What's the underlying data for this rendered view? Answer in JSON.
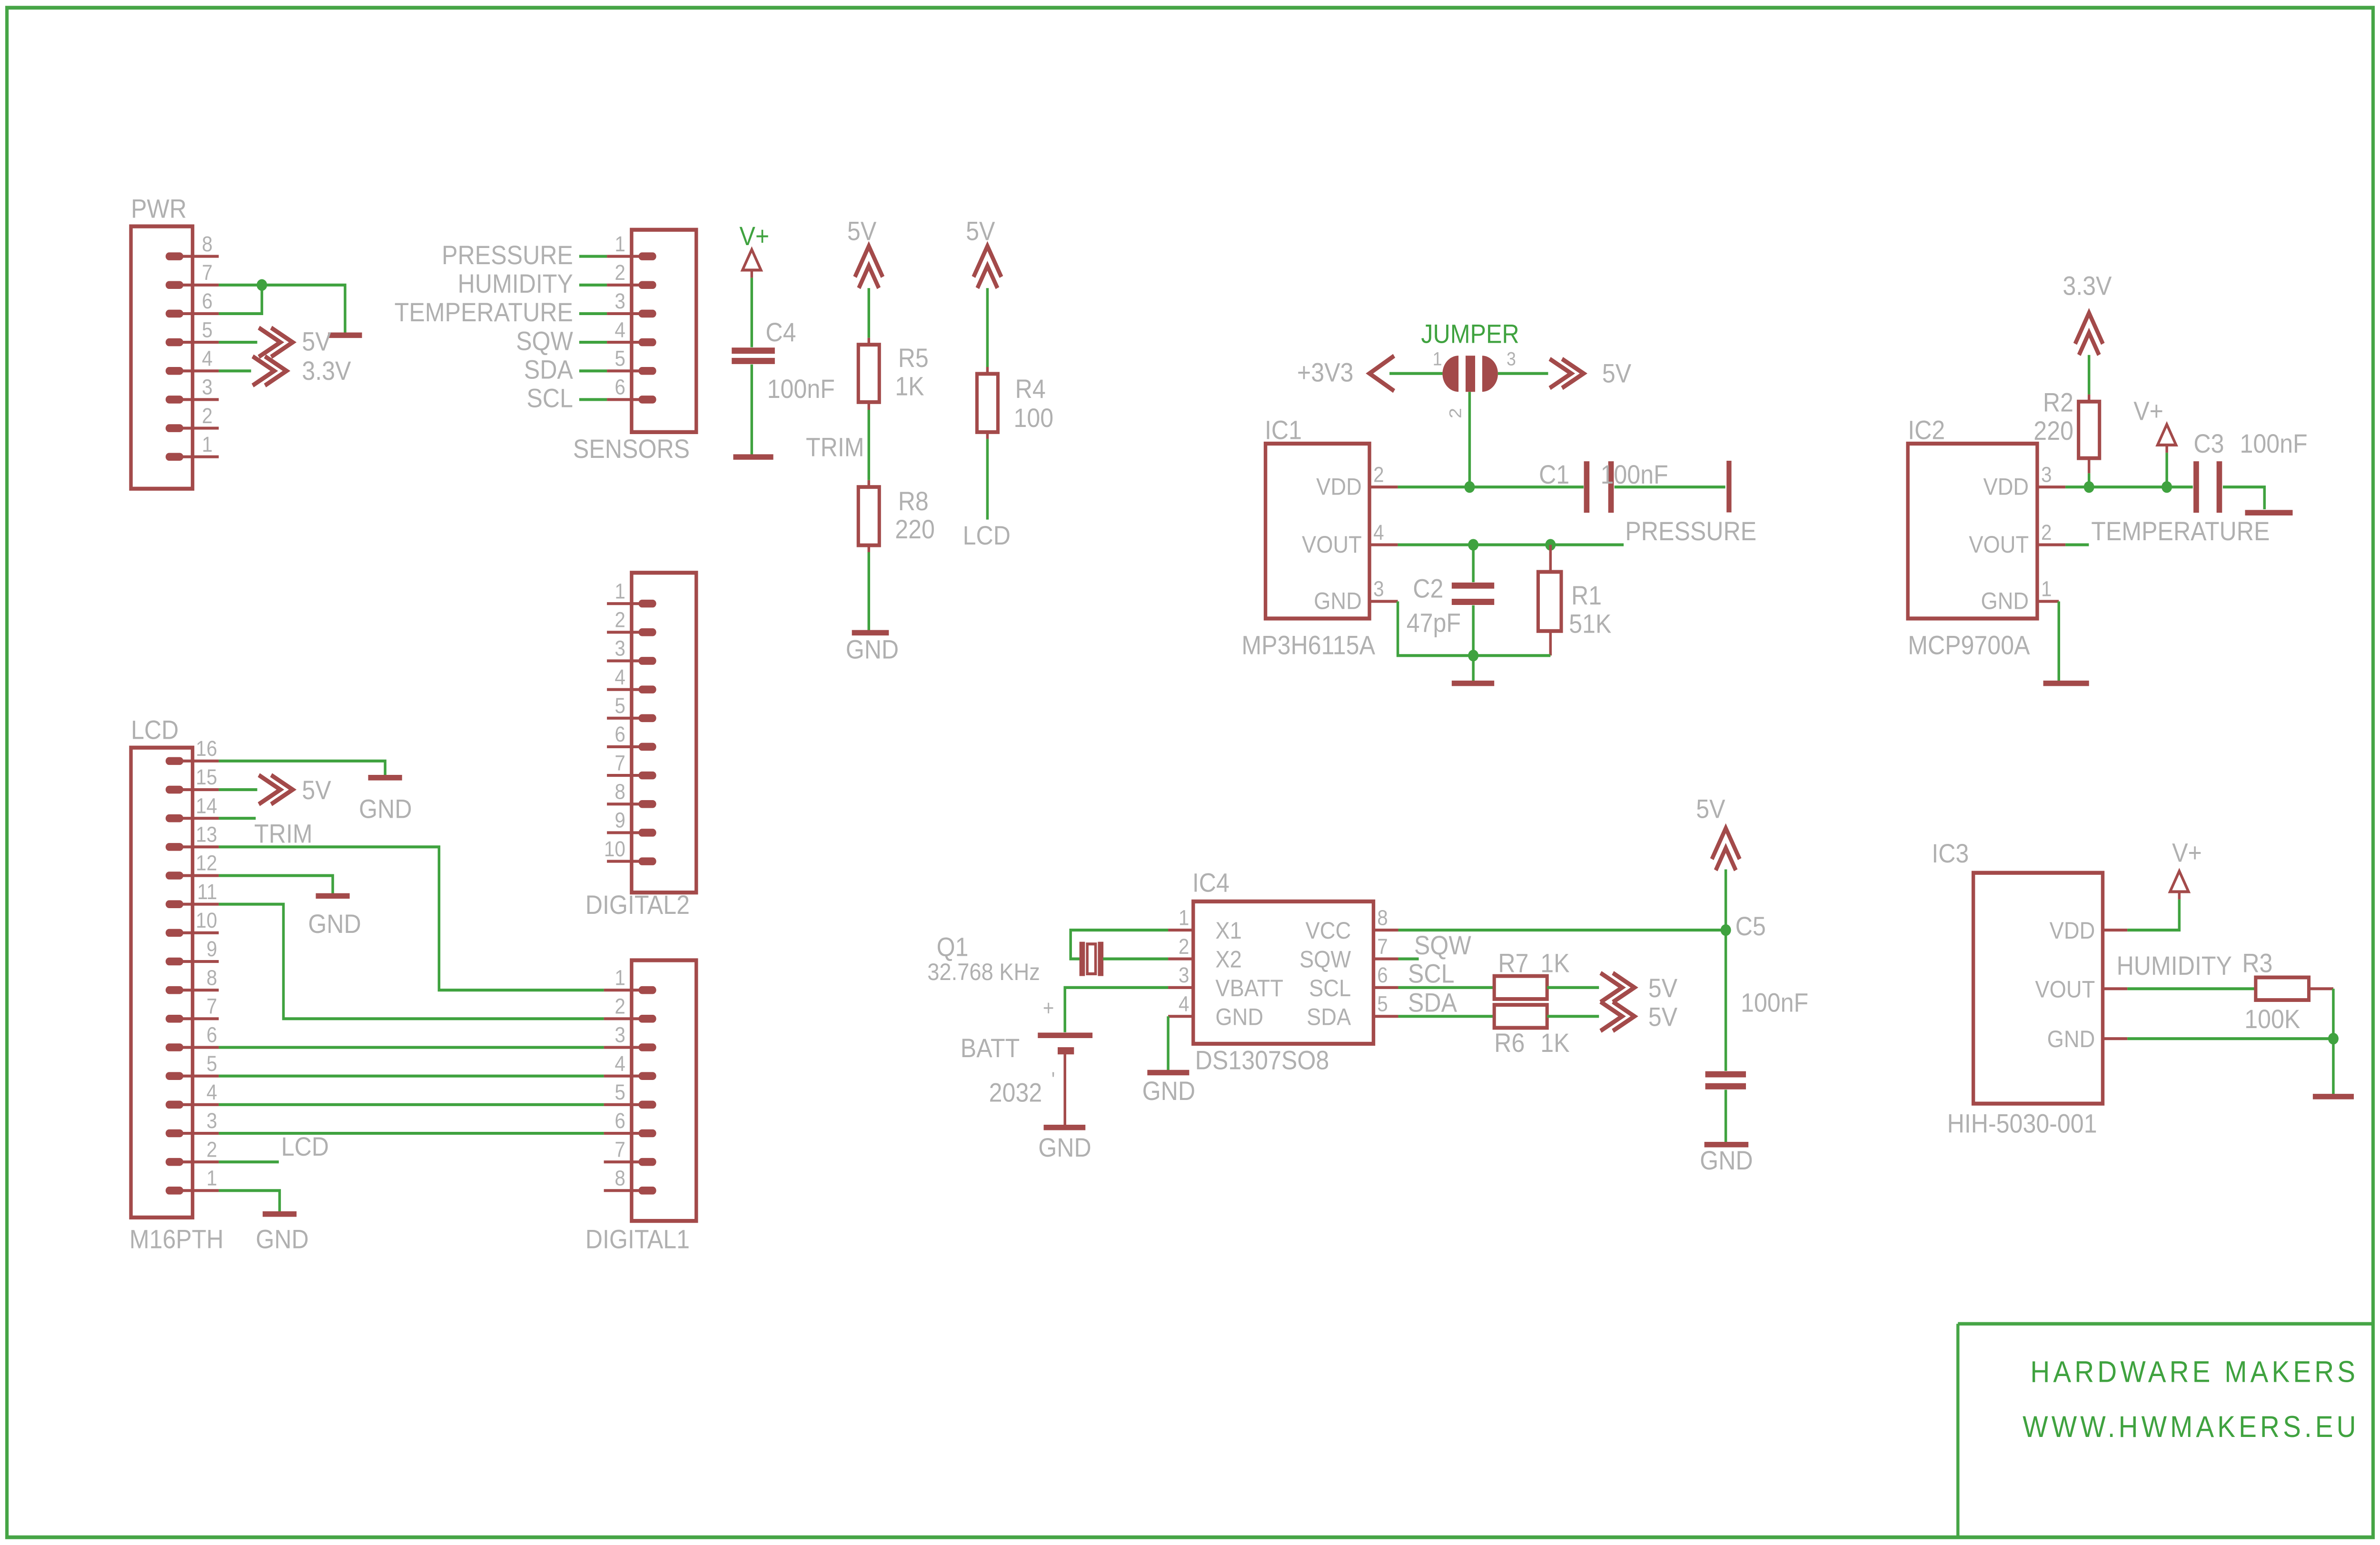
{
  "colors": {
    "background": "#ffffff",
    "border_green": "#46a546",
    "wire_green": "#3fa23f",
    "part_maroon": "#a34a4a",
    "label_gray": "#b0b0b0",
    "green_text": "#3fa23f"
  },
  "title_block": {
    "line1": "HARDWARE MAKERS",
    "line2": "WWW.HWMAKERS.EU"
  },
  "labels": {
    "gnd": "GND",
    "v5": "5V",
    "v33": "3.3V",
    "vplus": "V+",
    "p3v3": "+3V3",
    "jumper": "JUMPER",
    "trim": "TRIM",
    "lcd": "LCD",
    "pressure": "PRESSURE",
    "humidity": "HUMIDITY",
    "temperature": "TEMPERATURE",
    "sqw": "SQW",
    "sda": "SDA",
    "scl": "SCL",
    "batt_plus": "+",
    "batt_tick": "'"
  },
  "digits": {
    "1": "1",
    "2": "2",
    "3": "3",
    "4": "4",
    "5": "5",
    "6": "6",
    "7": "7",
    "8": "8",
    "9": "9",
    "10": "10",
    "11": "11",
    "12": "12",
    "13": "13",
    "14": "14",
    "15": "15",
    "16": "16"
  },
  "connectors": {
    "pwr": {
      "name": "PWR"
    },
    "sensors": {
      "name": "SENSORS"
    },
    "digital2": {
      "name": "DIGITAL2"
    },
    "digital1": {
      "name": "DIGITAL1"
    },
    "lcd": {
      "name": "LCD",
      "device": "M16PTH"
    }
  },
  "ics": {
    "ic1": {
      "ref": "IC1",
      "device": "MP3H6115A",
      "vdd": "VDD",
      "vout": "VOUT",
      "gnd": "GND",
      "n_vdd": "2",
      "n_vout": "4",
      "n_gnd": "3"
    },
    "ic2": {
      "ref": "IC2",
      "device": "MCP9700A",
      "vdd": "VDD",
      "vout": "VOUT",
      "gnd": "GND",
      "n_vdd": "3",
      "n_vout": "2",
      "n_gnd": "1"
    },
    "ic3": {
      "ref": "IC3",
      "device": "HIH-5030-001",
      "vdd": "VDD",
      "vout": "VOUT",
      "gnd": "GND"
    },
    "ic4": {
      "ref": "IC4",
      "device": "DS1307SO8",
      "x1": "X1",
      "x2": "X2",
      "vbatt": "VBATT",
      "gnd": "GND",
      "vcc": "VCC",
      "sqw": "SQW",
      "scl": "SCL",
      "sda": "SDA"
    }
  },
  "passives": {
    "c1": {
      "ref": "C1",
      "value": "100nF"
    },
    "c2": {
      "ref": "C2",
      "value": "47pF"
    },
    "c3": {
      "ref": "C3",
      "value": "100nF"
    },
    "c4": {
      "ref": "C4",
      "value": "100nF"
    },
    "c5": {
      "ref": "C5",
      "value": "100nF"
    },
    "r1": {
      "ref": "R1",
      "value": "51K"
    },
    "r2": {
      "ref": "R2",
      "value": "220"
    },
    "r3": {
      "ref": "R3",
      "value": "100K"
    },
    "r4": {
      "ref": "R4",
      "value": "100"
    },
    "r5": {
      "ref": "R5",
      "value": "1K"
    },
    "r6": {
      "ref": "R6",
      "value": "1K"
    },
    "r7": {
      "ref": "R7",
      "value": "1K"
    },
    "r8": {
      "ref": "R8",
      "value": "220"
    },
    "q1": {
      "ref": "Q1",
      "value": "32.768 KHz"
    },
    "batt": {
      "ref": "BATT",
      "value": "2032"
    }
  }
}
